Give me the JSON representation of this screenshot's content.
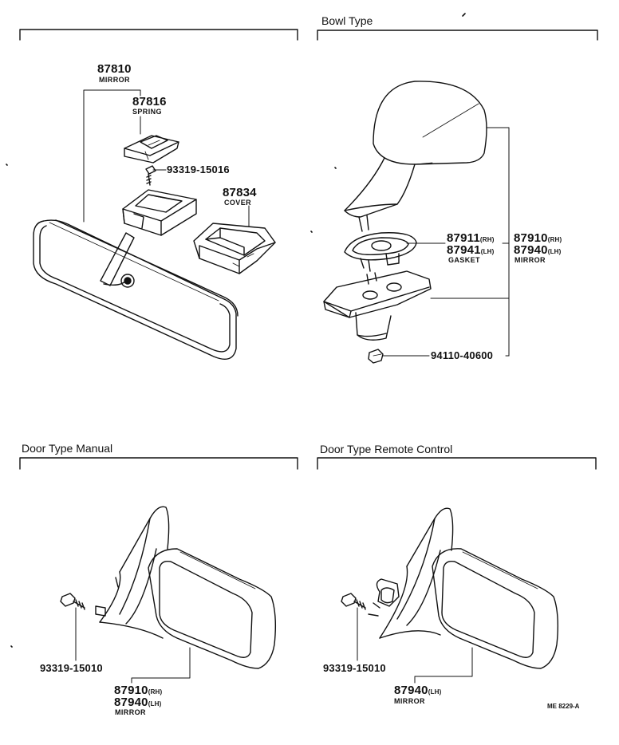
{
  "sections": {
    "bowl_title": "Bowl Type",
    "door_manual_title": "Door Type Manual",
    "door_remote_title": "Door Type Remote Control"
  },
  "inner_mirror": {
    "mirror_pn": "87810",
    "mirror_label": "MIRROR",
    "spring_pn": "87816",
    "spring_label": "SPRING",
    "screw_pn": "93319-15016",
    "cover_pn": "87834",
    "cover_label": "COVER"
  },
  "bowl": {
    "gasket_rh_pn": "87911",
    "gasket_rh_side": "(RH)",
    "gasket_lh_pn": "87941",
    "gasket_lh_side": "(LH)",
    "gasket_label": "GASKET",
    "mirror_rh_pn": "87910",
    "mirror_rh_side": "(RH)",
    "mirror_lh_pn": "87940",
    "mirror_lh_side": "(LH)",
    "mirror_label": "MIRROR",
    "nut_pn": "94110-40600"
  },
  "door_manual": {
    "screw_pn": "93319-15010",
    "mirror_rh_pn": "87910",
    "mirror_rh_side": "(RH)",
    "mirror_lh_pn": "87940",
    "mirror_lh_side": "(LH)",
    "mirror_label": "MIRROR"
  },
  "door_remote": {
    "screw_pn": "93319-15010",
    "mirror_lh_pn": "87940",
    "mirror_lh_side": "(LH)",
    "mirror_label": "MIRROR"
  },
  "diagram_code": "ME 8229-A"
}
